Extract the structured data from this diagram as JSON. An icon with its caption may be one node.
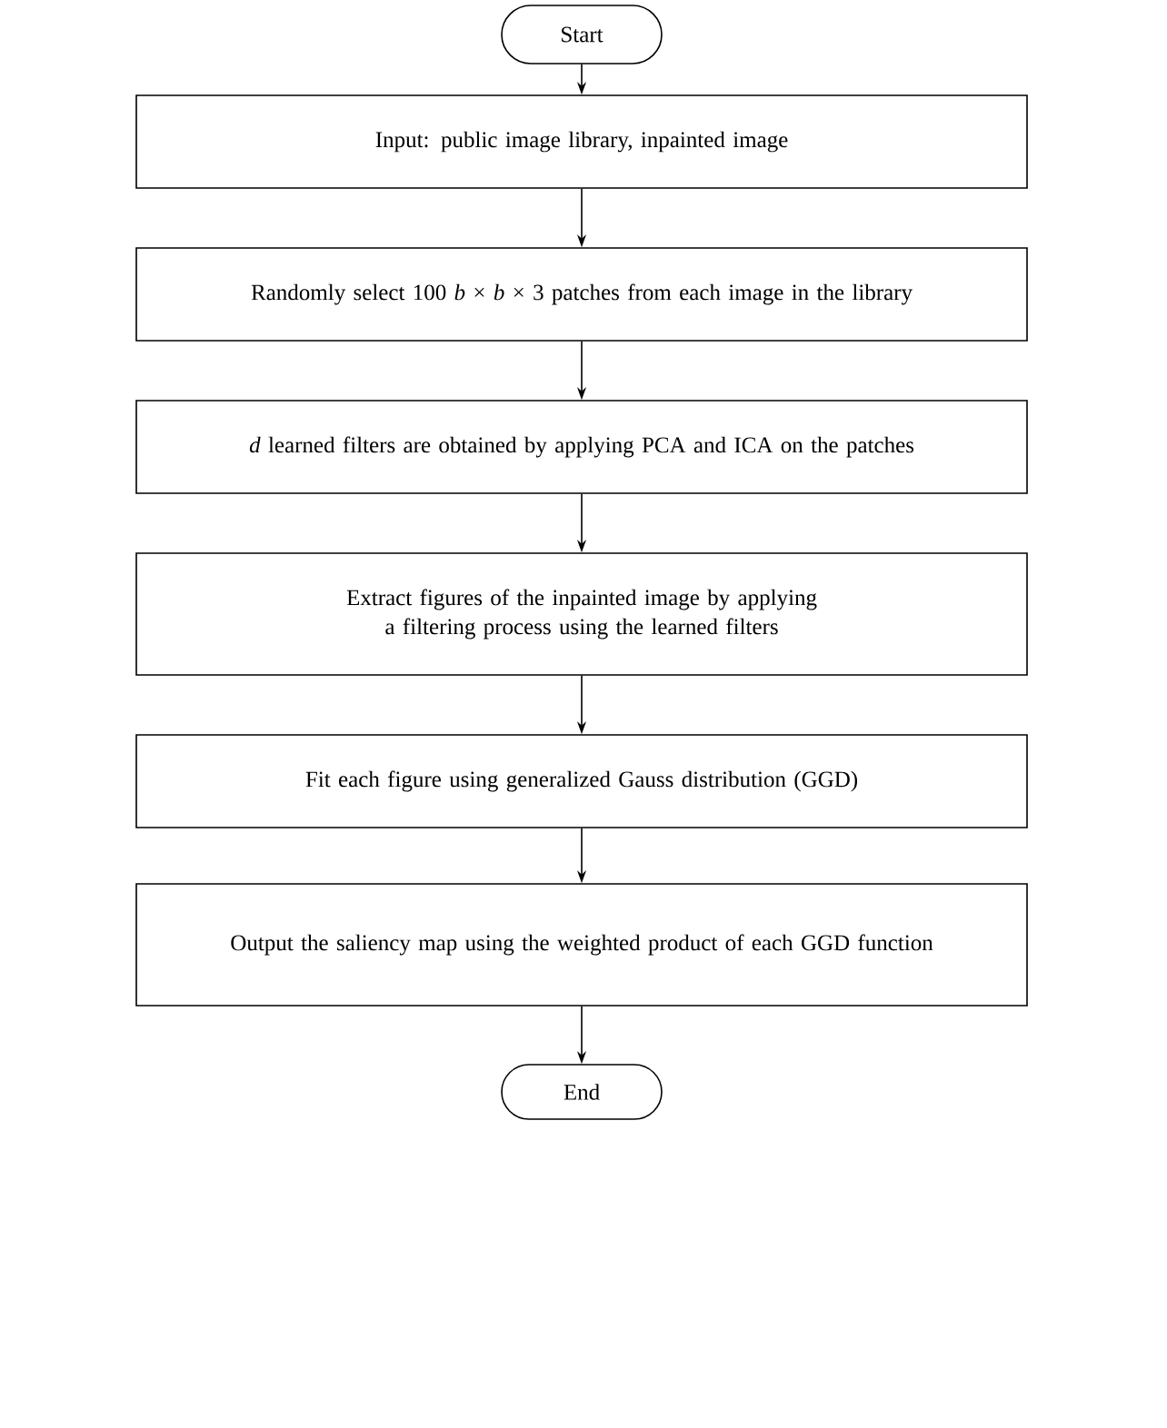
{
  "diagram": {
    "nodes": [
      {
        "text": [
          "Start"
        ]
      },
      {
        "text": [
          "Input: public image library, inpainted image"
        ]
      },
      {
        "text": [
          "Randomly select 100 *b* × *b* × 3 patches from each image in the library"
        ]
      },
      {
        "text": [
          "*d* learned filters are obtained by applying  PCA and ICA on the patches"
        ]
      },
      {
        "text": [
          "Extract figures of the inpainted image by applying a filtering process using the learned filters"
        ]
      },
      {
        "text": [
          "Fit each figure using generalized Gauss distribution (GGD)"
        ]
      },
      {
        "text": [
          "Output the saliency map using the weighted product of each GGD function"
        ]
      },
      {
        "text": [
          "End"
        ]
      }
    ],
    "edges": [
      {
        "from": 0,
        "to": 1,
        "arrow": "to"
      },
      {
        "from": 1,
        "to": 2,
        "arrow": "to"
      },
      {
        "from": 2,
        "to": 3,
        "arrow": "to"
      },
      {
        "from": 3,
        "to": 4,
        "arrow": "to"
      },
      {
        "from": 4,
        "to": 5,
        "arrow": "to"
      },
      {
        "from": 5,
        "to": 6,
        "arrow": "to"
      },
      {
        "from": 6,
        "to": 7,
        "arrow": "to"
      }
    ]
  }
}
